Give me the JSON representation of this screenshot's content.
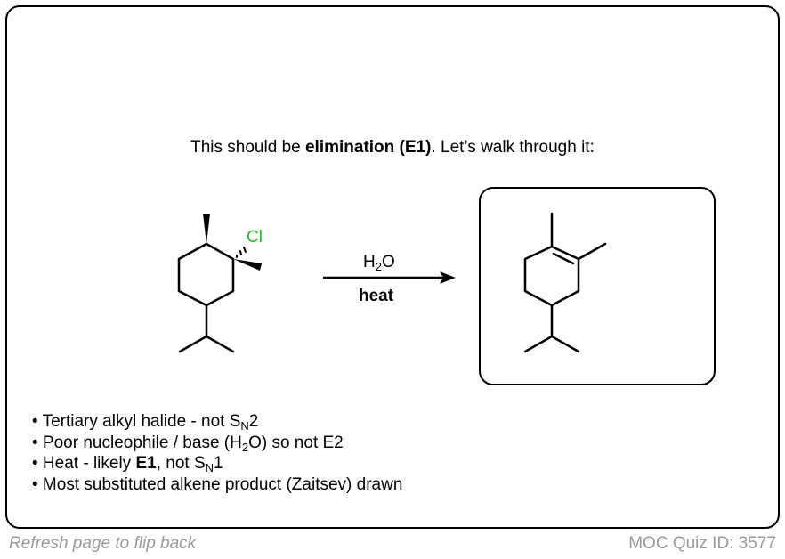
{
  "heading": {
    "pre": "This should be ",
    "bold": "elimination (E1)",
    "post": ". Let’s walk through it:"
  },
  "reactant": {
    "halogen_label": "Cl",
    "halogen_color": "#1dbf1d"
  },
  "arrow": {
    "reagent_main": "H",
    "reagent_sub": "2",
    "reagent_post": "O",
    "condition": "heat"
  },
  "bullets": [
    {
      "pre": "• Tertiary alkyl halide - not S",
      "sub": "N",
      "post": "2"
    },
    {
      "pre": "• Poor nucleophile / base (H",
      "sub": "2",
      "post": "O) so not E2"
    },
    {
      "pre": "• Heat - likely ",
      "bold": "E1",
      "mid": ", not S",
      "sub": "N",
      "post": "1"
    },
    {
      "pre": "• Most substituted alkene product (Zaitsev) drawn"
    }
  ],
  "footer": {
    "left": "Refresh page to flip back",
    "right": "MOC Quiz ID: 3577"
  }
}
